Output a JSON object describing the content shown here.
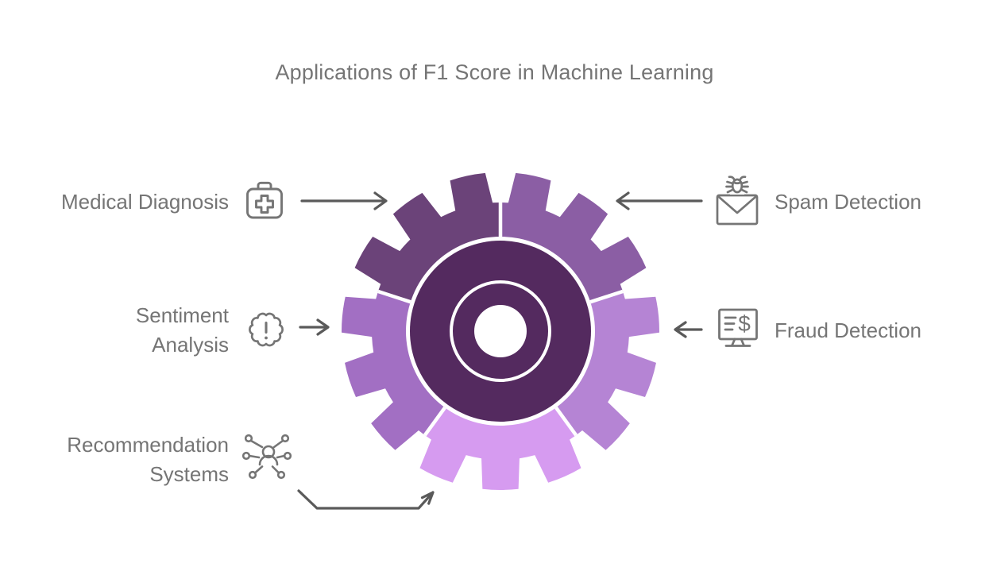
{
  "title": "Applications of F1 Score in Machine Learning",
  "colors": {
    "text": "#757575",
    "icon_stroke": "#757575",
    "arrow": "#5a5a5a",
    "divider": "#ffffff",
    "hub": "#542a5f",
    "background": "#ffffff"
  },
  "gear": {
    "hub_color": "#542a5f",
    "segments": [
      {
        "name": "spam-detection",
        "color": "#8b5ea4",
        "start": 18,
        "end": 90
      },
      {
        "name": "medical-diagnosis",
        "color": "#6b4379",
        "start": 90,
        "end": 162
      },
      {
        "name": "sentiment-analysis",
        "color": "#a26fc3",
        "start": 162,
        "end": 234
      },
      {
        "name": "recommendation-systems",
        "color": "#d69bf0",
        "start": 234,
        "end": 306
      },
      {
        "name": "fraud-detection",
        "color": "#b584d4",
        "start": 306,
        "end": 378
      }
    ]
  },
  "items": [
    {
      "id": "medical-diagnosis",
      "lines": [
        "Medical Diagnosis"
      ],
      "icon": "first-aid-kit-icon"
    },
    {
      "id": "spam-detection",
      "lines": [
        "Spam Detection"
      ],
      "icon": "bug-envelope-icon"
    },
    {
      "id": "sentiment-analysis",
      "lines": [
        "Sentiment",
        "Analysis"
      ],
      "icon": "alert-thought-cloud-icon"
    },
    {
      "id": "fraud-detection",
      "lines": [
        "Fraud Detection"
      ],
      "icon": "monitor-dollar-icon"
    },
    {
      "id": "recommendation-systems",
      "lines": [
        "Recommendation",
        "Systems"
      ],
      "icon": "people-network-icon"
    }
  ]
}
